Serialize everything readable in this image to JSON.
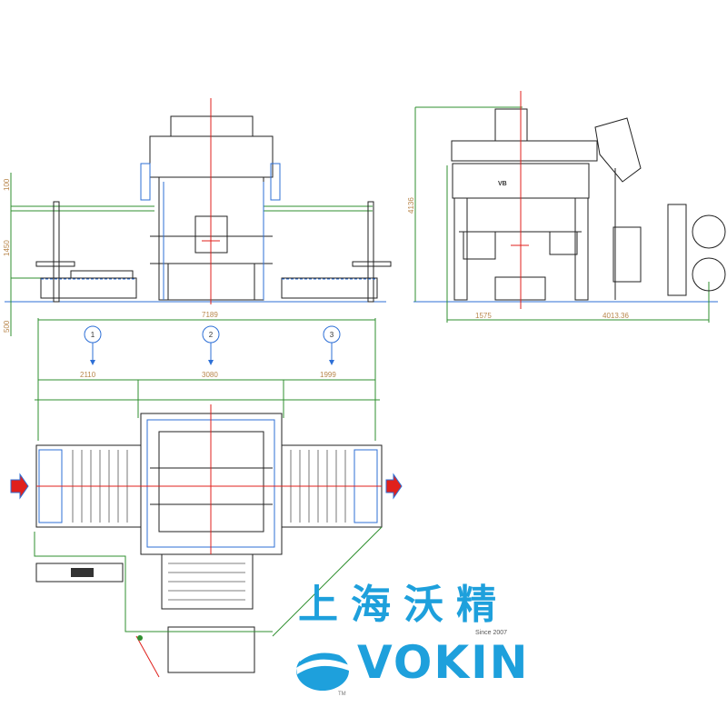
{
  "front_view": {
    "dims": {
      "top": "100",
      "middle": "1450",
      "bottom": "500"
    }
  },
  "side_view": {
    "dims": {
      "height": "4136",
      "left_width": "1575",
      "right_width": "4013.36"
    }
  },
  "plan_view": {
    "overall": "7189",
    "sections": [
      {
        "marker": "1",
        "width": "2110"
      },
      {
        "marker": "2",
        "width": "3080"
      },
      {
        "marker": "3",
        "width": "1999"
      }
    ]
  },
  "logo": {
    "chinese": "上海沃精",
    "brand": "VOKIN",
    "since": "Since 2007",
    "tm": "TM"
  },
  "colors": {
    "dimension": "#2f8f2f",
    "centerline": "#e0201c",
    "logo": "#1ea0dc",
    "arrow": "#2d6fd6"
  }
}
